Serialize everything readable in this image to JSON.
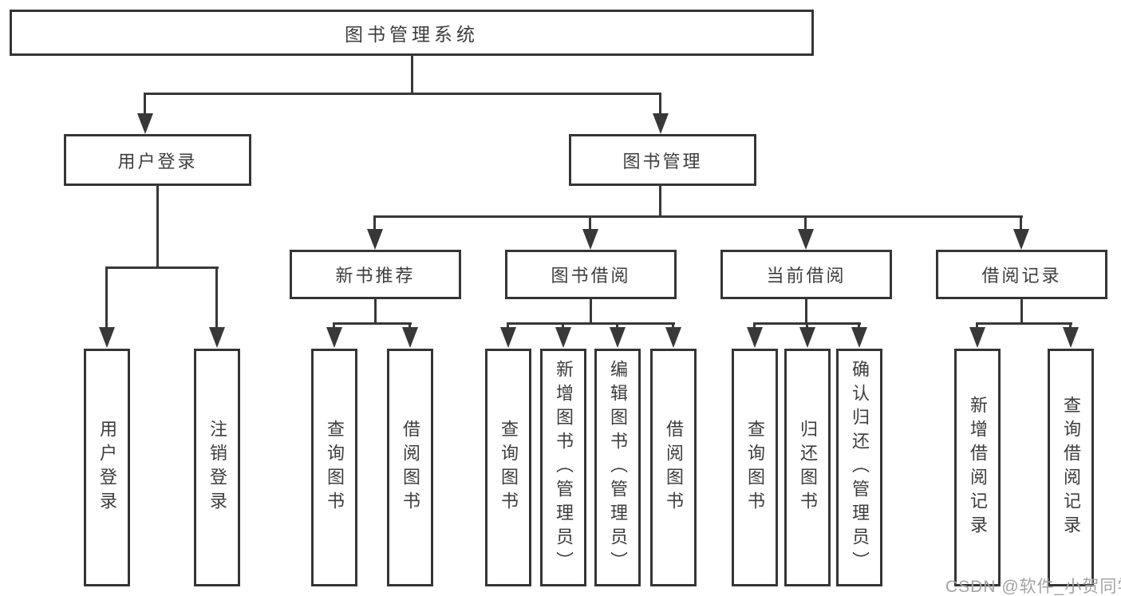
{
  "tree": {
    "root": {
      "label": "图书管理系统",
      "children": [
        {
          "label": "用户登录",
          "children": [
            {
              "label": "用户登录"
            },
            {
              "label": "注销登录"
            }
          ]
        },
        {
          "label": "图书管理",
          "children": [
            {
              "label": "新书推荐",
              "children": [
                {
                  "label": "查询图书"
                },
                {
                  "label": "借阅图书"
                }
              ]
            },
            {
              "label": "图书借阅",
              "children": [
                {
                  "label": "查询图书"
                },
                {
                  "label": "新增图书（管理员）"
                },
                {
                  "label": "编辑图书（管理员）"
                },
                {
                  "label": "借阅图书"
                }
              ]
            },
            {
              "label": "当前借阅",
              "children": [
                {
                  "label": "查询图书"
                },
                {
                  "label": "归还图书"
                },
                {
                  "label": "确认归还（管理员）"
                }
              ]
            },
            {
              "label": "借阅记录",
              "children": [
                {
                  "label": "新增借阅记录"
                },
                {
                  "label": "查询借阅记录"
                }
              ]
            }
          ]
        }
      ]
    },
    "watermark": "CSDN @软件_小贺同学",
    "colors": {
      "line": "#383838",
      "text": "#3d3d3d",
      "watermark": "#a3a3a3",
      "background": "#ffffff"
    }
  }
}
